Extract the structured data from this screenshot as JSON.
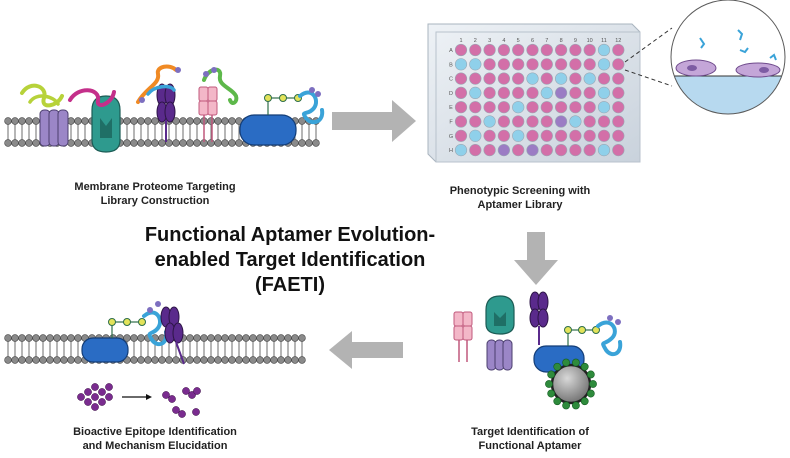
{
  "captions": {
    "top_left": [
      "Membrane Proteome Targeting",
      "Library Construction"
    ],
    "top_right": [
      "Phenotypic Screening with",
      "Aptamer Library"
    ],
    "bottom_left": [
      "Bioactive Epitope Identification",
      "and Mechanism Elucidation"
    ],
    "bottom_right": [
      "Target Identification of",
      "Functional Aptamer"
    ]
  },
  "title": [
    "Functional Aptamer Evolution-",
    "enabled Target Identification",
    "(FAETI)"
  ],
  "plate": {
    "col_labels": [
      "1",
      "2",
      "3",
      "4",
      "5",
      "6",
      "7",
      "8",
      "9",
      "10",
      "11",
      "12"
    ],
    "row_labels": [
      "A",
      "B",
      "C",
      "D",
      "E",
      "F",
      "G",
      "H"
    ]
  },
  "colors": {
    "well_pink": "#d36fa8",
    "well_blue": "#8fd0ea",
    "well_purple": "#9b7cc4",
    "arrow": "#b3b3b3",
    "membrane_head": "#8a8a8a",
    "receptor_blue": "#2a6cc4",
    "receptor_purple": "#9b86c7",
    "receptor_green": "#2e9a8e",
    "receptor_pink": "#f3b7c8",
    "aptamer_blue": "#3aa3d8",
    "aptamer_magenta": "#c42f8a",
    "aptamer_green": "#5db84a",
    "aptamer_lime": "#b7d23a",
    "aptamer_orange": "#f08a24",
    "epitope_purple": "#7a2c8f",
    "bead_green": "#2e8b3c"
  }
}
